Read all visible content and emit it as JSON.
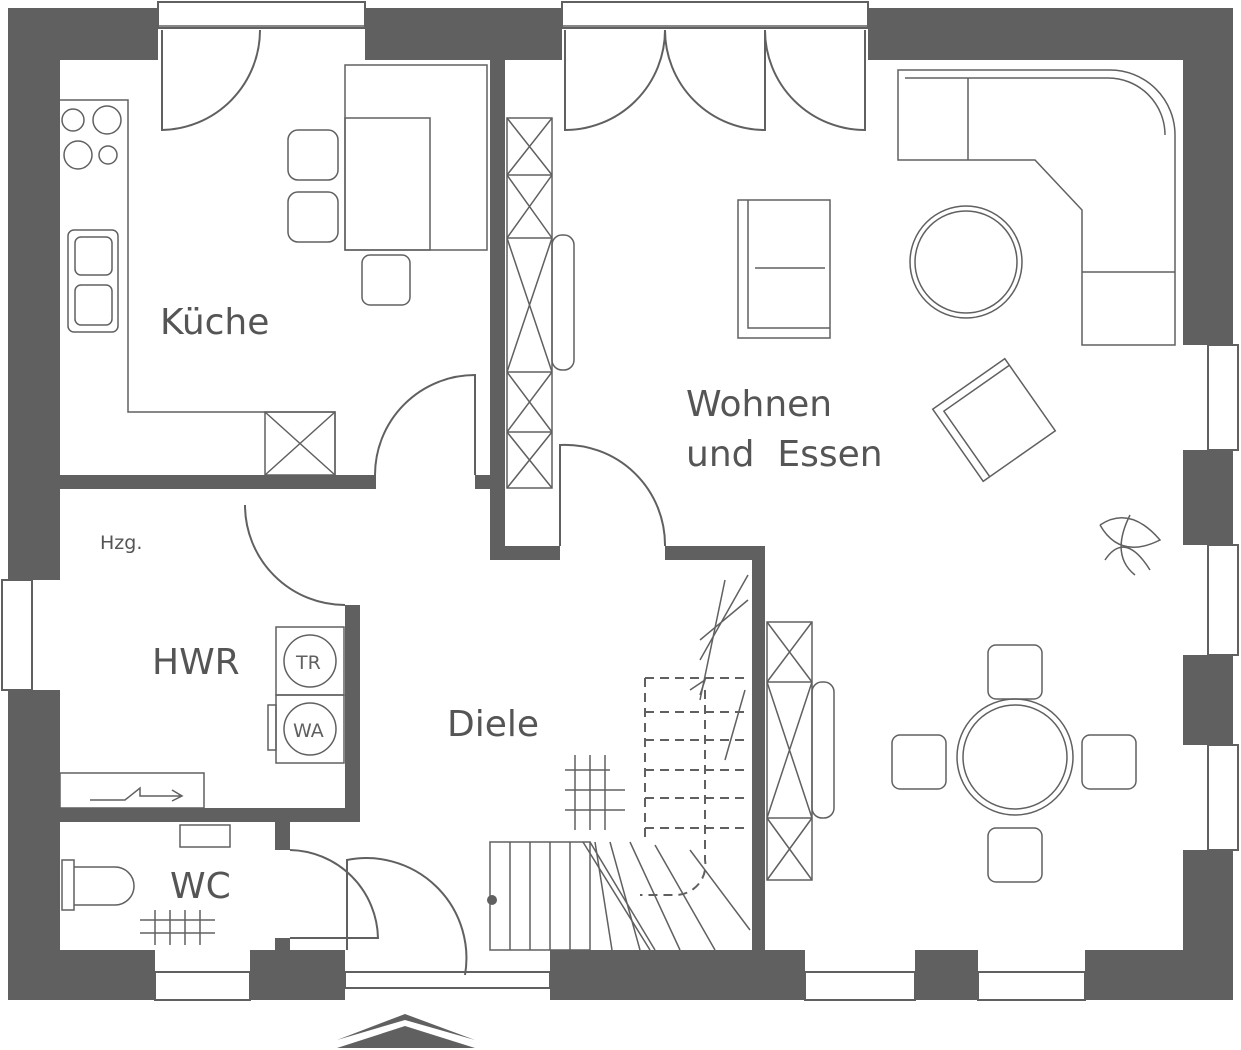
{
  "rooms": {
    "kueche": "Küche",
    "wohnen_line1": "Wohnen",
    "wohnen_line2": "und  Essen",
    "hwr": "HWR",
    "hzg": "Hzg.",
    "diele": "Diele",
    "wc": "WC"
  },
  "appliances": {
    "dryer": "TR",
    "washer": "WA"
  },
  "colors": {
    "wall": "#606060",
    "background": "#ffffff"
  }
}
